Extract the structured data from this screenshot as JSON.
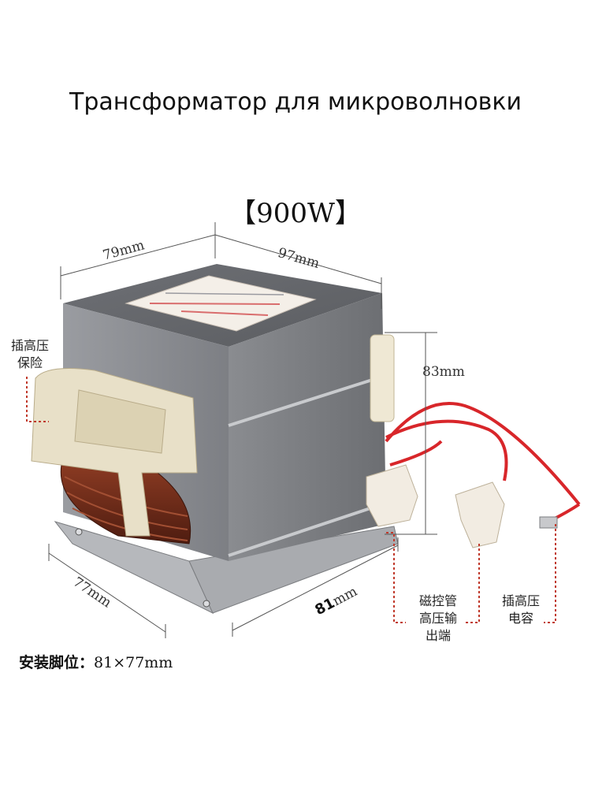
{
  "title": "Трансформатор для микроволновки",
  "power": "【900W】",
  "dimensions": {
    "width_top": "79mm",
    "depth_top": "97mm",
    "height_right": "83mm",
    "base_left": "77mm",
    "base_right_num": "81",
    "base_right_unit": "mm"
  },
  "callouts": {
    "fuse_line1": "插高压",
    "fuse_line2": "保险",
    "magnetron_line1": "磁控管",
    "magnetron_line2": "高压输",
    "magnetron_line3": "出端",
    "capacitor_line1": "插高压",
    "capacitor_line2": "电容"
  },
  "footnote": {
    "label": "安装脚位：",
    "value": "81×77mm"
  },
  "colors": {
    "core": "#8f9196",
    "core_dark": "#6f7176",
    "wire": "#d8262a",
    "leader": "#c0392b",
    "coil": "#6b2a1a"
  }
}
